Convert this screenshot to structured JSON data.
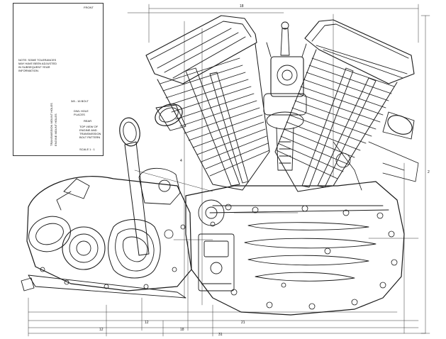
{
  "notes_panel": {
    "header_label": "FRONT",
    "note_text": "NOTE: SOME TOLERANCES\nMAY HAVE BEEN ADJUSTED\nIN SUBSEQUENT YEAR\nINFORMATION.",
    "rear_label": "REAR",
    "flywheel_note": "TOP VIEW OF\nENGINE AND\nTRANSMISSION\nBOLT PATTERN",
    "scale_label": "SCALE",
    "scale_value": "1 : 1",
    "spec_label": "3/8 - 16 BOLT",
    "spec_label_2": "DWL HOLE\nPLACES",
    "vertical_label_1": "ENGINE MOUNT HOLES",
    "vertical_label_2": "TRANSMISSION MOUNT HOLES"
  },
  "dimensions": {
    "top_span": "18",
    "overall_height": "2",
    "cyl_height": "4",
    "base_1": "12",
    "base_2": "12",
    "base_3": "18",
    "base_4": "21",
    "overall_length": "31"
  }
}
